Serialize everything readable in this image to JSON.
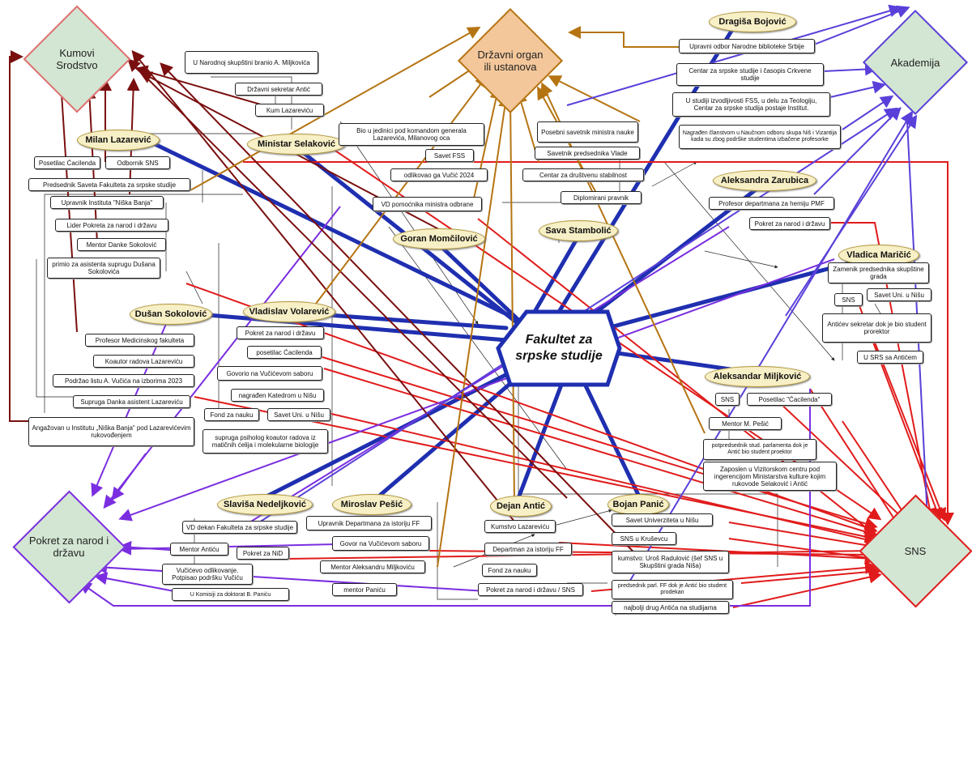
{
  "hub": {
    "line1": "Fakultet za",
    "line2": "srpske studije"
  },
  "categories": {
    "kumovi": {
      "line1": "Kumovi",
      "line2": "Srodstvo"
    },
    "drzavni": {
      "line1": "Državni organ",
      "line2": "ili ustanova"
    },
    "akademija": {
      "line1": "Akademija"
    },
    "pokret": {
      "line1": "Pokret za narod i",
      "line2": "državu"
    },
    "sns": {
      "line1": "SNS"
    }
  },
  "people": {
    "lazarevic": "Milan Lazarević",
    "selakovic": "Ministar Selaković",
    "momcilovic": "Goran Momčilović",
    "stambolic": "Sava Stambolić",
    "bojovic": "Dragiša Bojović",
    "zarubica": "Aleksandra Zarubica",
    "maricic": "Vladica Maričić",
    "sokolovic": "Dušan Sokolović",
    "volarevic": "Vladislav Volarević",
    "miljkovic": "Aleksandar Miljković",
    "nedeljkovic": "Slaviša Nedeljković",
    "pesic": "Miroslav Pešić",
    "antic": "Dejan Antić",
    "panic": "Bojan Panić"
  },
  "boxes": {
    "skupstina": "U Narodnoj skupštini branio A. Miljkovića",
    "sekretar": "Državni sekretar Antić",
    "kum_laz": "Kum Lazareviću",
    "bio_komanda": "Bio u jedinici pod komandom generala Lazarevića, Milanovog oca",
    "savet_fss": "Savet FSS",
    "odlikovao": "odlikovao ga Vučić 2024",
    "vd_pomocnik": "VD pomoćnika ministra odbrane",
    "posebni": "Posebni savetnik ministra nauke",
    "savetnik_vlade": "Savetnik predsednika Vlade",
    "centar_stab": "Centar za društvenu stabilnost",
    "diplomirani": "Diplomirani pravnik",
    "upravni_odbor": "Upravni odbor Narodne biblioteke Srbije",
    "centar_crkvene": "Centar za srpske studije i časopis Crkvene studije",
    "studija_fss": "U studiji izvodljivosti FSS, u delu za Teologiju, Centar za srpske studija postaje Institut.",
    "nagraden": "Nagrađen članstvom u Naučnom odboru skupa Niš i Vizantija kada su zbog podrške studentima izbačene profesorke",
    "profesor_pmf": "Profesor departmana za hemiju PMF",
    "pokret_zarubica": "Pokret za narod i državu",
    "zamenik": "Zamenik predsednika skupštine grada",
    "sns_maricic": "SNS",
    "savet_uni_maricic": "Savet Uni. u Nišu",
    "anticev": "Antićev sekretar dok je bio student prorektor",
    "srs": "U SRS sa Antićem",
    "posetilac_laz": "Posetilac Ćacilenda",
    "odbornik": "Odbornik SNS",
    "predsednik_saveta": "Predsednik Saveta Fakulteta za srpske studije",
    "upravnik_nb": "Upravnik Instituta \"Niška Banja\"",
    "lider": "Lider Pokreta za narod i državu",
    "mentor_danke": "Mentor Danke Sokolović",
    "primio": "primio za asistenta suprugu Dušana Sokolovića",
    "prof_med": "Profesor Medicinskog fakulteta",
    "koautor_laz": "Koautor radova Lazareviću",
    "podrzao": "Podržao listu A. Vučića na izborima 2023",
    "supruga_danka": "Supruga Danka asistent Lazareviću",
    "angazovan": "Angažovan u Institutu „Niška Banja“ pod Lazarevićevim rukovođenjem",
    "pokret_vol": "Pokret za narod i državu",
    "posetilac_vol": "posetilac Ćacilenda",
    "govorio_vol": "Govorio na Vučićevom saboru",
    "nagraden_kat": "nagrađen Katedrom u Nišu",
    "fond_vol": "Fond za nauku",
    "savet_vol": "Savet Uni. u Nišu",
    "supruga_psiholog": "supruga psiholog koautor radova iz matičnih ćelija i molekularne biologije",
    "sns_milj": "SNS",
    "posetilac_milj": "Posetilac \"Ćacilenda\"",
    "mentor_pesic": "Mentor M. Pešić",
    "potpredsednik": "potpredsednik stud. parlamenta dok je Antić bio student proektor",
    "zaposlen": "Zaposlen u Vizitorskom centru pod ingerencijom Ministarstva kulture kojim rukovode Selaković i Antić",
    "vd_dekan": "VD dekan Fakulteta za srpske studije",
    "mentor_anticu": "Mentor Antiću",
    "pokret_nid": "Pokret za NiD",
    "vucicevo": "Vučićevo odlikovanje. Potpisao podršku Vučiću",
    "komisija": "U Komisiji za doktorat B. Paniću",
    "upravnik_ff": "Upravnik Departmana za istoriju FF",
    "govor_pesic": "Govor na Vučićevom saboru",
    "mentor_milj": "Mentor Aleksandru Miljkoviću",
    "mentor_panicu": "mentor Paniću",
    "kumstvo_laz": "Kumstvo Lazareviću",
    "departman_ff": "Departman za istoriju FF",
    "fond_antic": "Fond za nauku",
    "pokret_sns": "Pokret za narod i državu / SNS",
    "savet_uni_panic": "Savet Univerziteta u Nišu",
    "sns_krusevac": "SNS u Kruševcu",
    "kumstvo_radulovic": "kumstvo: Uroš Radulović (šef SNS u Skupštini grada Niša)",
    "predsednik_parl": "predsednik parl. FF dok je Antić bio student prodekan",
    "najbolji": "najbolji drug Antića na studijama"
  },
  "colors": {
    "blue": "#1f2fb0",
    "red": "#e11b1b",
    "purple": "#7a2ee0",
    "brown": "#7a0f0f",
    "gold": "#b57412",
    "akademija": "#5a3fd9",
    "diamond_fill": "#d3e6d3",
    "orange_fill": "#f3c79a"
  }
}
